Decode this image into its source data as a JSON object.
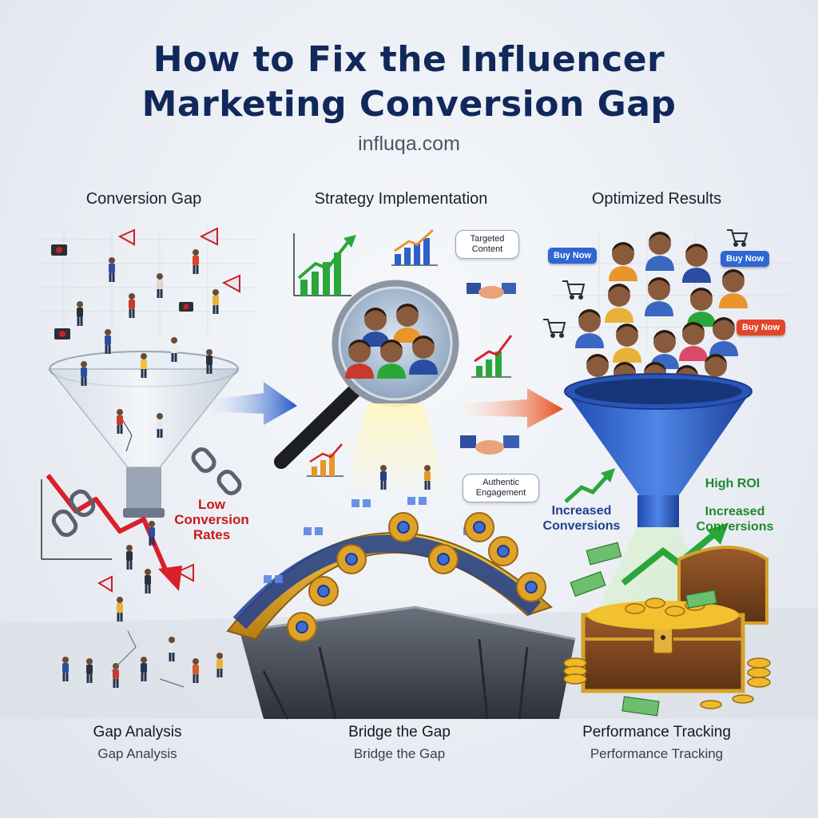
{
  "header": {
    "title_line1": "How to Fix the Influencer",
    "title_line2": "Marketing Conversion Gap",
    "site": "influqa.com"
  },
  "columns": {
    "left": "Conversion Gap",
    "middle": "Strategy Implementation",
    "right": "Optimized Results"
  },
  "labels": {
    "low_conversion": "Low\nConversion\nRates",
    "targeted_content": "Targeted\nContent",
    "authentic_engagement": "Authentic\nEngagement",
    "increased_conversions_blue": "Increased\nConversions",
    "high_roi": "High ROI",
    "increased_conversions_green": "Increased\nConversions",
    "buy_now": "Buy Now"
  },
  "captions": {
    "gap_analysis_a": "Gap Analysis",
    "gap_analysis_b": "Gap Analysis",
    "bridge_a": "Bridge the Gap",
    "bridge_b": "Bridge the Gap",
    "tracking_a": "Performance Tracking",
    "tracking_b": "Performance Tracking"
  },
  "colors": {
    "title": "#10285a",
    "red": "#c9181b",
    "blue": "#1f3f8f",
    "green": "#1f8a2a",
    "funnel_blue": "#2f5fc8",
    "gold": "#e2a92a"
  },
  "icons": [
    "camera-icon",
    "megaphone-icon",
    "broken-chain-icon",
    "magnifier-icon",
    "handshake-icon",
    "bar-chart-icon",
    "shopping-cart-icon",
    "gear-icon",
    "treasure-chest-icon",
    "money-icon"
  ]
}
